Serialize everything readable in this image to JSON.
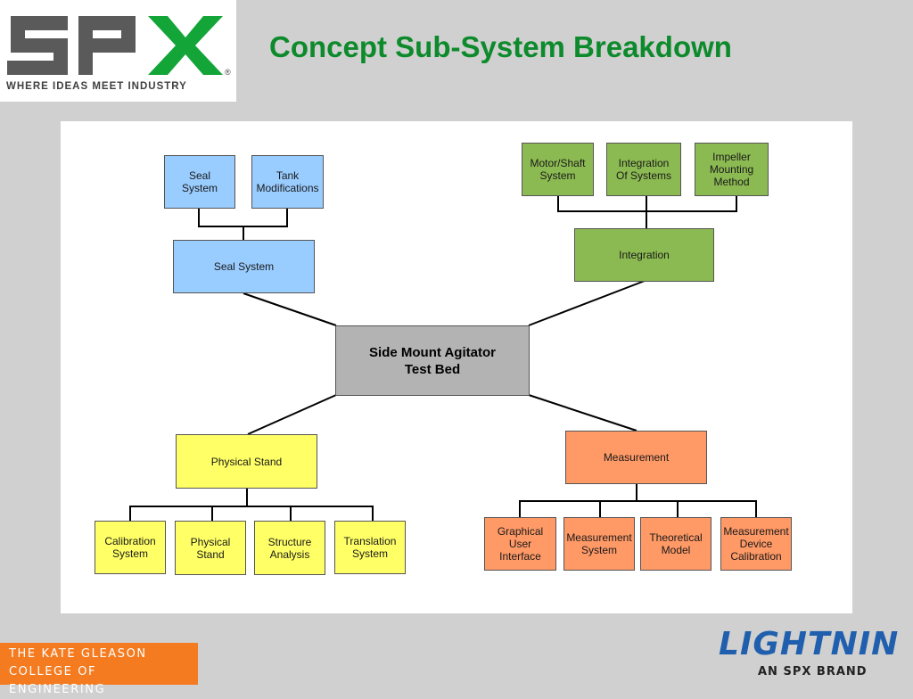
{
  "header": {
    "brand_wordmark": "SPX",
    "brand_tagline": "WHERE IDEAS MEET INDUSTRY",
    "title": "Concept Sub-System Breakdown"
  },
  "diagram": {
    "center": "Side Mount Agitator\nTest Bed",
    "branches": {
      "seal": {
        "label": "Seal System",
        "children": [
          "Seal\nSystem",
          "Tank\nModifications"
        ]
      },
      "integration": {
        "label": "Integration",
        "children": [
          "Motor/Shaft\nSystem",
          "Integration\nOf Systems",
          "Impeller\nMounting\nMethod"
        ]
      },
      "physical": {
        "label": "Physical Stand",
        "children": [
          "Calibration\nSystem",
          "Physical\nStand",
          "Structure\nAnalysis",
          "Translation\nSystem"
        ]
      },
      "measurement": {
        "label": "Measurement",
        "children": [
          "Graphical\nUser\nInterface",
          "Measurement\nSystem",
          "Theoretical\nModel",
          "Measurement\nDevice\nCalibration"
        ]
      }
    },
    "colors": {
      "seal": "#99ccff",
      "integration": "#8cba52",
      "physical": "#ffff66",
      "measurement": "#ff9966",
      "center": "#b3b3b3"
    }
  },
  "footer": {
    "college_line1": "THE KATE GLEASON",
    "college_line2": "COLLEGE OF ENGINEERING",
    "lightnin_wordmark": "LIGHTNIN",
    "lightnin_sub": "AN SPX BRAND"
  }
}
